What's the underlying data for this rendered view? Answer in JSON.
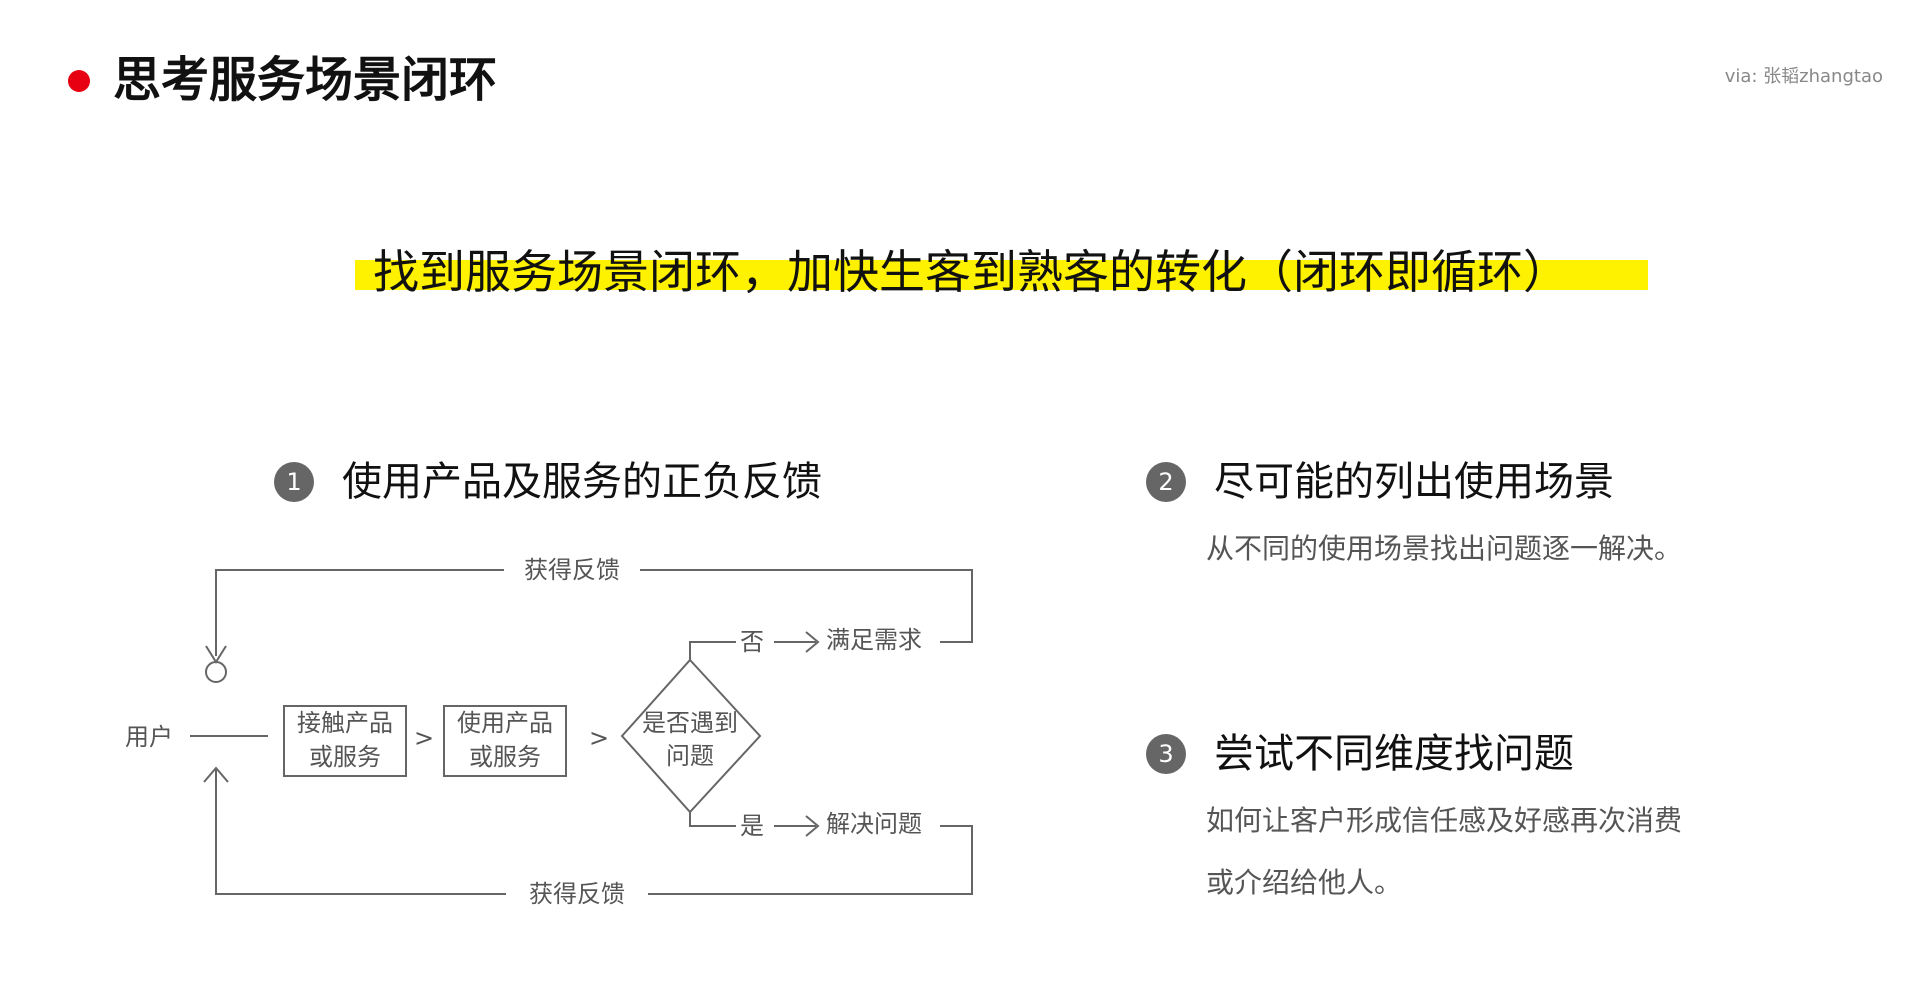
{
  "header": {
    "title": "思考服务场景闭环",
    "via": "via: 张韬zhangtao"
  },
  "headline": "找到服务场景闭环，加快生客到熟客的转化（闭环即循环）",
  "sections": [
    {
      "number": "1",
      "title": "使用产品及服务的正负反馈"
    },
    {
      "number": "2",
      "title": "尽可能的列出使用场景",
      "desc": [
        "从不同的使用场景找出问题逐一解决。"
      ]
    },
    {
      "number": "3",
      "title": "尝试不同维度找问题",
      "desc": [
        "如何让客户形成信任感及好感再次消费",
        "或介绍给他人。"
      ]
    }
  ],
  "flowchart": {
    "user": "用户",
    "box1": [
      "接触产品",
      "或服务"
    ],
    "sep1": ">",
    "box2": [
      "使用产品",
      "或服务"
    ],
    "sep2": ">",
    "decision": [
      "是否遇到",
      "问题"
    ],
    "no_label": "否",
    "no_result": "满足需求",
    "yes_label": "是",
    "yes_result": "解决问题",
    "feedback_top": "获得反馈",
    "feedback_bottom": "获得反馈"
  },
  "colors": {
    "accent": "#e60012",
    "highlight": "#fff200",
    "badge": "#666666",
    "line": "#666666"
  }
}
